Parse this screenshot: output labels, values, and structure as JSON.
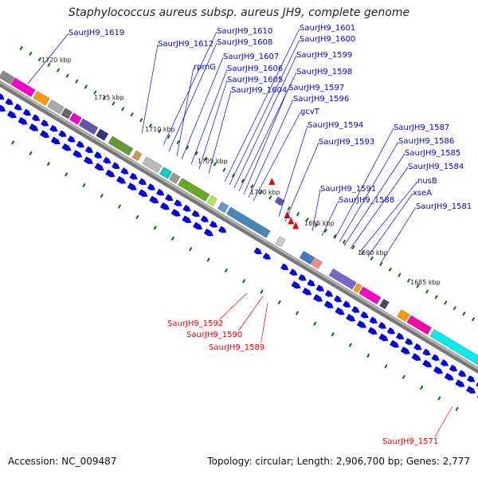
{
  "title": "Staphylococcus aureus subsp. aureus JH9, complete genome",
  "footer": {
    "accession": "Accession: NC_009487",
    "topology": "Topology: circular; Length: 2,906,700 bp; Genes: 2,777"
  },
  "colors": {
    "forward": "#0000ee",
    "reverse": "#ee0000",
    "backbone": "#888888",
    "tick": "#116611"
  },
  "scale": {
    "ticks": [
      "1720 kbp",
      "1715 kbp",
      "1710 kbp",
      "1705 kbp",
      "1700 kbp",
      "1695 kbp",
      "1690 kbp",
      "1685 kbp"
    ]
  },
  "forward_labels": [
    "SaurJH9_1619",
    "SaurJH9_1612",
    "SaurJH9_1610",
    "SaurJH9_1608",
    "rpmG",
    "SaurJH9_1607",
    "SaurJH9_1606",
    "SaurJH9_1605",
    "SaurJH9_1604",
    "SaurJH9_1601",
    "SaurJH9_1600",
    "SaurJH9_1599",
    "SaurJH9_1598",
    "SaurJH9_1597",
    "SaurJH9_1596",
    "gcvT",
    "SaurJH9_1594",
    "SaurJH9_1593",
    "SaurJH9_1587",
    "SaurJH9_1586",
    "SaurJH9_1585",
    "SaurJH9_1584",
    "nusB",
    "xseA",
    "SaurJH9_1581",
    "SaurJH9_1591",
    "SaurJH9_1588"
  ],
  "reverse_labels": [
    "SaurJH9_1592",
    "SaurJH9_1590",
    "SaurJH9_1589",
    "SaurJH9_1571"
  ]
}
